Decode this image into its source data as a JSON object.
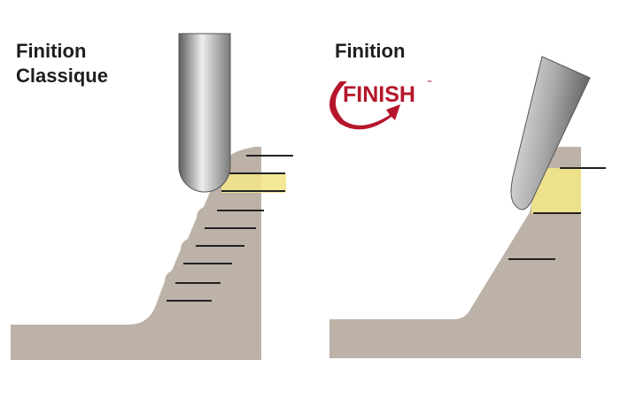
{
  "panels": [
    {
      "title_line1": "Finition",
      "title_line2": "Classique"
    },
    {
      "title_line1": "Finition",
      "logo_text": "FINISH",
      "logo_mark": "™"
    }
  ],
  "colors": {
    "workpiece": "#bdb2a7",
    "tool_dark": "#6a6a6a",
    "tool_light": "#ececec",
    "highlight": "#f2e58a",
    "line": "#222222",
    "logo": "#b5162b"
  },
  "icons": [
    "ball-end-mill-icon",
    "barrel-cutter-icon",
    "finish-arrow-logo"
  ]
}
